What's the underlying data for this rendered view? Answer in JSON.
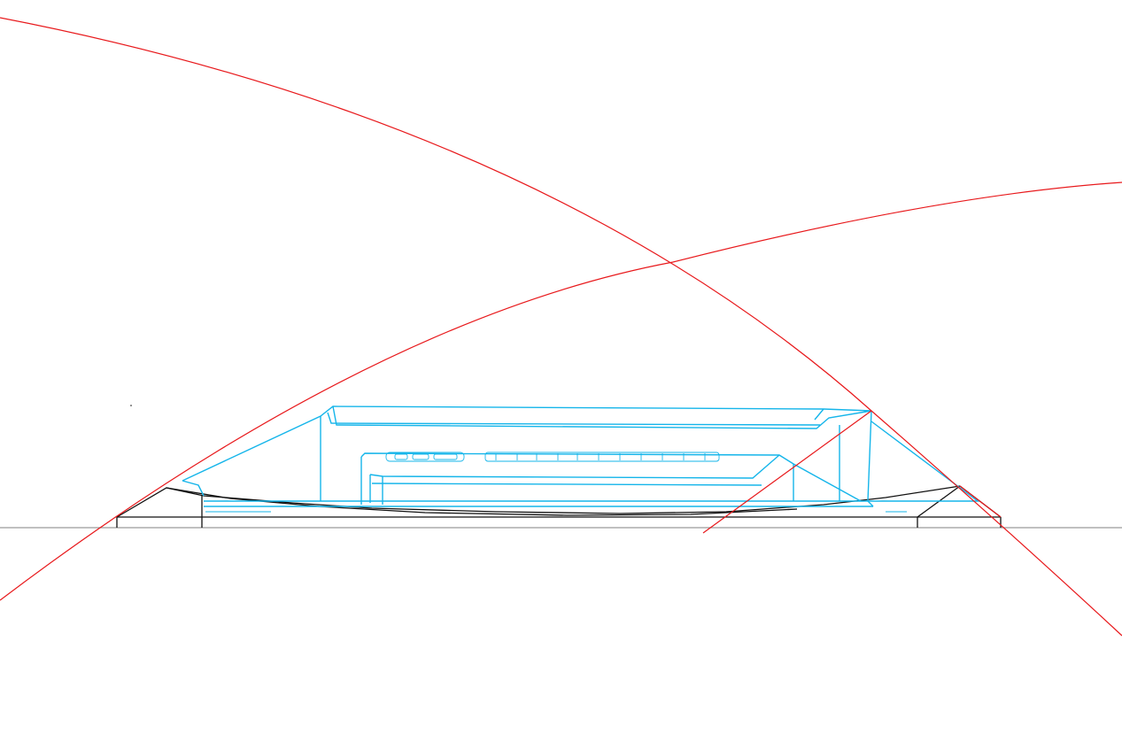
{
  "drawing": {
    "colors": {
      "construction": "#e8191c",
      "model": "#15b5ea",
      "outline": "#111111",
      "ground": "#9a9a9a",
      "background": "#ffffff"
    },
    "facade_lettering": "",
    "layers": [
      "construction-arcs",
      "model-outline",
      "base-profile",
      "ground-line"
    ]
  }
}
